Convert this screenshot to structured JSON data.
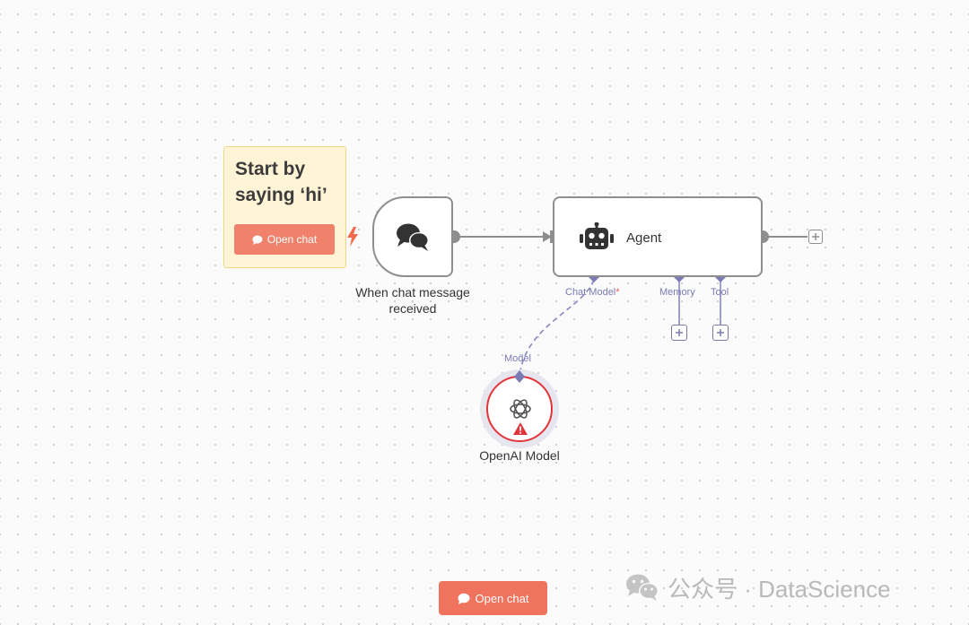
{
  "sticky": {
    "title": "Start by saying ‘hi’",
    "button_label": "Open chat"
  },
  "trigger_node": {
    "label": "When chat message received",
    "icon": "chat-bubbles-icon"
  },
  "agent_node": {
    "title": "Agent",
    "icon": "robot-icon",
    "ports": {
      "chat_model": "Chat Model",
      "chat_model_required": "*",
      "memory": "Memory",
      "tool": "Tool"
    }
  },
  "model_node": {
    "port_label": "Model",
    "label": "OpenAI Model",
    "icon": "openai-icon",
    "status_icon": "warning-icon"
  },
  "footer": {
    "open_chat_label": "Open chat"
  },
  "watermark": {
    "text": "公众号 · DataScience"
  },
  "colors": {
    "accent": "#f0735e",
    "port": "#7a7ab4",
    "error": "#e2353a",
    "sticky_bg": "#fff5d6"
  }
}
